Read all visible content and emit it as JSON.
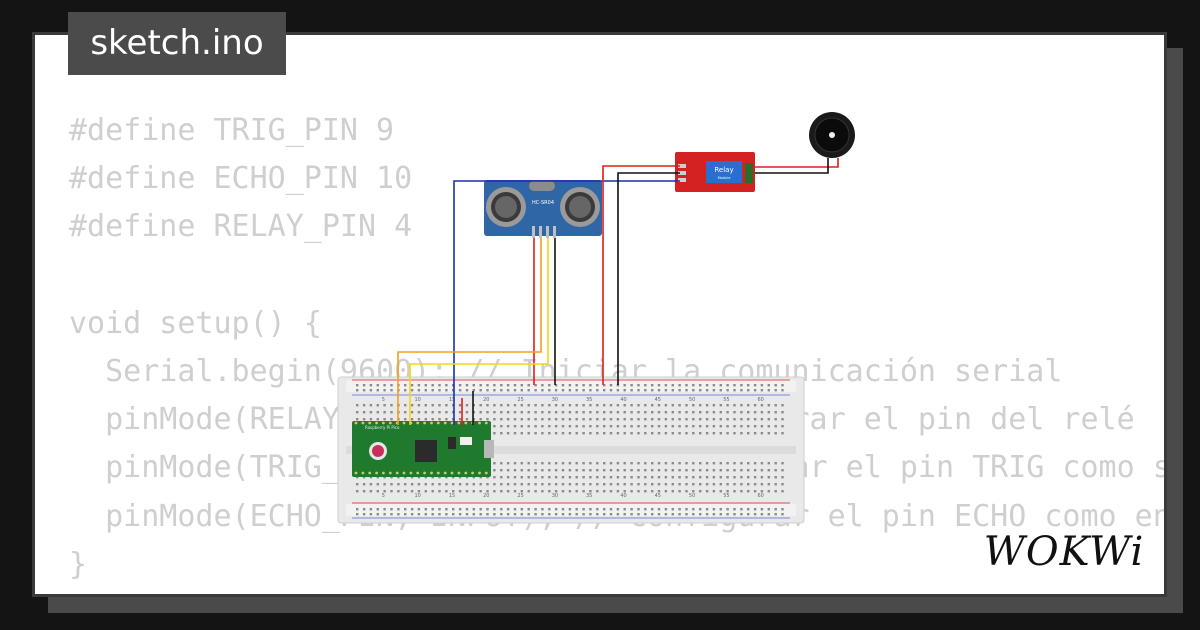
{
  "file_tab": {
    "label": "sketch.ino"
  },
  "code_lines": [
    "#define TRIG_PIN 9",
    "#define ECHO_PIN 10",
    "#define RELAY_PIN 4",
    "",
    "void setup() {",
    "  Serial.begin(9600); // Iniciar la comunicación serial",
    "  pinMode(RELAY_PIN, OUTPUT); // Configurar el pin del relé",
    "  pinMode(TRIG_PIN, OUTPUT); // Configurar el pin TRIG como salida",
    "  pinMode(ECHO_PIN, INPUT); // Configurar el pin ECHO como entrada",
    "}"
  ],
  "components": {
    "sensor_label": "HC-SR04",
    "relay_label": "Relay",
    "relay_sublabel": "Module",
    "pico_label": "Raspberry Pi Pico"
  },
  "breadboard": {
    "column_numbers": [
      "5",
      "10",
      "15",
      "20",
      "25",
      "30",
      "35",
      "40",
      "45",
      "50",
      "55",
      "60"
    ]
  },
  "logo": {
    "text": "WOKWi"
  },
  "colors": {
    "page_bg": "#141414",
    "card_bg": "#ffffff",
    "code_text": "#cfcfcf",
    "tab_bg": "#4b4b4b",
    "wire_blue": "#1c2fb0",
    "wire_red": "#e21b1b",
    "wire_black": "#111111",
    "wire_yellow": "#f2d90c",
    "wire_orange": "#f0a020",
    "pico_green": "#1f7a2e",
    "sensor_blue": "#2f67a6",
    "relay_red": "#d42121"
  }
}
